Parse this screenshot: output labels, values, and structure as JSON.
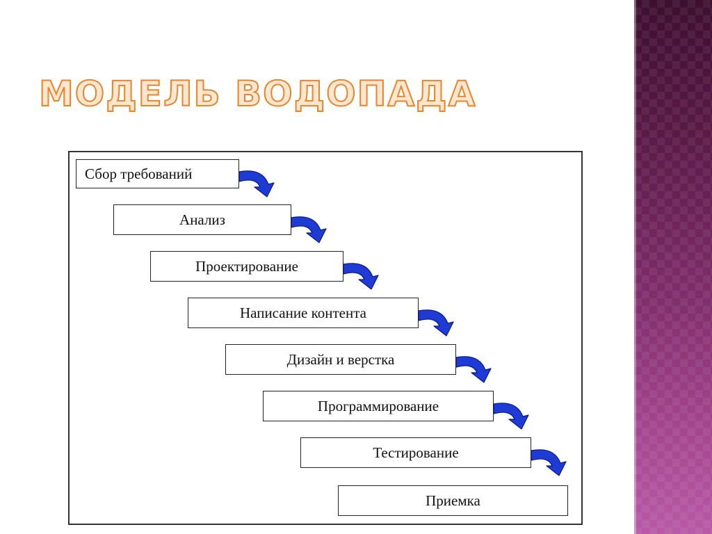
{
  "slide": {
    "title": "МОДЕЛЬ ВОДОПАДА"
  },
  "diagram": {
    "steps": [
      {
        "label": "Сбор требований"
      },
      {
        "label": "Анализ"
      },
      {
        "label": "Проектирование"
      },
      {
        "label": "Написание контента"
      },
      {
        "label": "Дизайн и верстка"
      },
      {
        "label": "Программирование"
      },
      {
        "label": "Тестирование"
      },
      {
        "label": "Приемка"
      }
    ],
    "arrow_color": "#1f3bd6"
  },
  "theme": {
    "title_fill": "#fbe7cf",
    "title_outline": "#e8842a",
    "side_band": "#7f2d6a"
  }
}
